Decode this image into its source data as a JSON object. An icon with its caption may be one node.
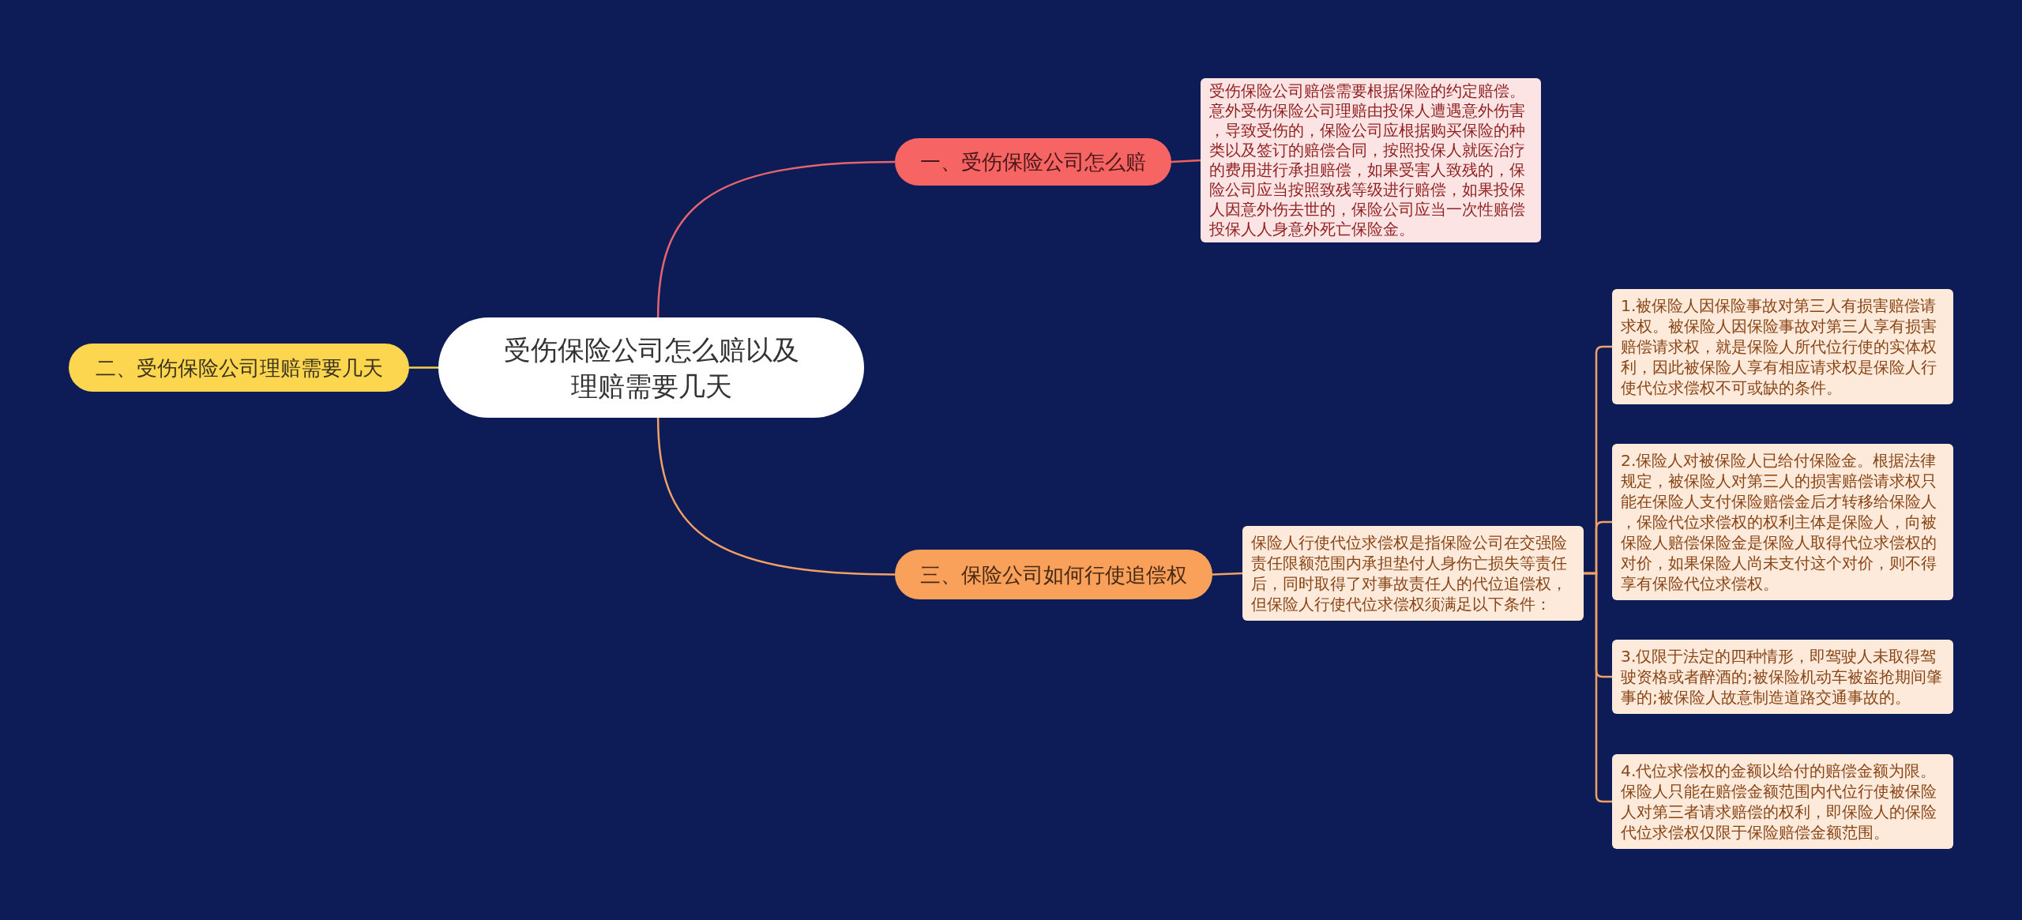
{
  "diagram": {
    "nodes": [
      {
        "text": [
          "受伤保险公司怎么赔以及理赔需要几天"
        ]
      },
      {
        "text": [
          "一、受伤保险公司怎么赔"
        ]
      },
      {
        "text": [
          "受伤保险公司赔偿需要根据保险的约定赔偿。意外受伤保险公司理赔由投保人遭遇意外伤害，导致受伤的，保险公司应根据购买保险的种类以及签订的赔偿合同，按照投保人就医治疗的费用进行承担赔偿，如果受害人致残的，保险公司应当按照致残等级进行赔偿，如果投保人因意外伤去世的，保险公司应当一次性赔偿投保人人身意外死亡保险金。"
        ]
      },
      {
        "text": [
          "二、受伤保险公司理赔需要几天"
        ]
      },
      {
        "text": [
          "三、保险公司如何行使追偿权"
        ]
      },
      {
        "text": [
          "保险人行使代位求偿权是指保险公司在交强险责任限额范围内承担垫付人身伤亡损失等责任后，同时取得了对事故责任人的代位追偿权，但保险人行使代位求偿权须满足以下条件："
        ]
      },
      {
        "text": [
          "1.被保险人因保险事故对第三人有损害赔偿请求权。被保险人因保险事故对第三人享有损害赔偿请求权，就是保险人所代位行使的实体权利，因此被保险人享有相应请求权是保险人行使代位求偿权不可或缺的条件。"
        ]
      },
      {
        "text": [
          "2.保险人对被保险人已给付保险金。根据法律规定，被保险人对第三人的损害赔偿请求权只能在保险人支付保险赔偿金后才转移给保险人，保险代位求偿权的权利主体是保险人，向被保险人赔偿保险金是保险人取得代位求偿权的对价，如果保险人尚未支付这个对价，则不得享有保险代位求偿权。"
        ]
      },
      {
        "text": [
          "3.仅限于法定的四种情形，即驾驶人未取得驾驶资格或者醉酒的;被保险机动车被盗抢期间肇事的;被保险人故意制造道路交通事故的。"
        ]
      },
      {
        "text": [
          "4.代位求偿权的金额以给付的赔偿金额为限。保险人只能在赔偿金额范围内代位行使被保险人对第三者请求赔偿的权利，即保险人的保险代位求偿权仅限于保险赔偿金额范围。"
        ]
      }
    ],
    "edges": [
      {
        "from": 0,
        "to": 1,
        "arrow": "none",
        "color": "#e5656e"
      },
      {
        "from": 1,
        "to": 2,
        "arrow": "none",
        "color": "#f0605d"
      },
      {
        "from": 0,
        "to": 3,
        "arrow": "none",
        "color": "#f5d04a"
      },
      {
        "from": 0,
        "to": 4,
        "arrow": "none"
      },
      {
        "from": 4,
        "to": 5,
        "arrow": "none"
      },
      {
        "from": 5,
        "to": 6,
        "arrow": "none"
      },
      {
        "from": 5,
        "to": 7,
        "arrow": "none"
      },
      {
        "from": 5,
        "to": 8,
        "arrow": "none"
      },
      {
        "from": 5,
        "to": 9,
        "arrow": "none"
      }
    ]
  }
}
